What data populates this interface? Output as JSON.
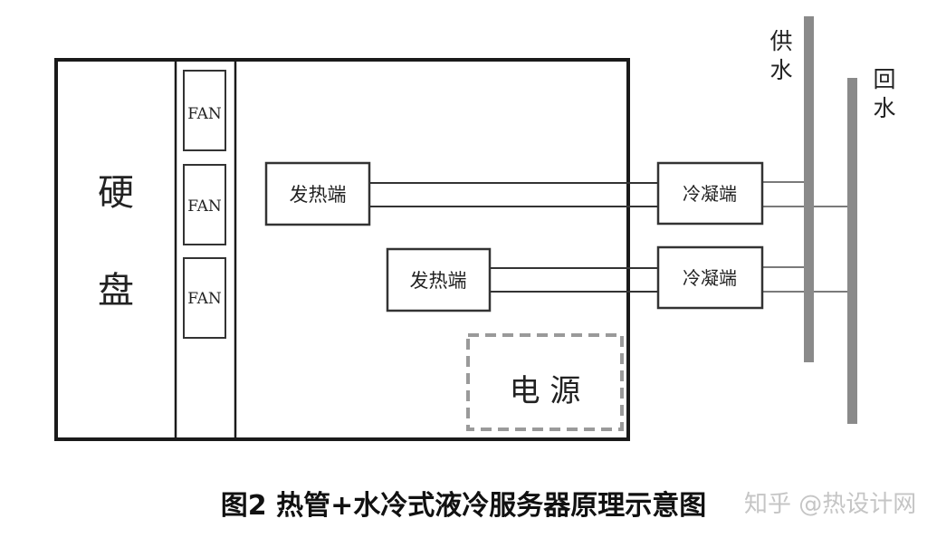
{
  "hard_disk": {
    "line1": "硬",
    "line2": "盘"
  },
  "fans": [
    "FAN",
    "FAN",
    "FAN"
  ],
  "heat_ends": [
    "发热端",
    "发热端"
  ],
  "condense_ends": [
    "冷凝端",
    "冷凝端"
  ],
  "power_supply": "电 源",
  "supply_water": {
    "line1": "供",
    "line2": "水"
  },
  "return_water": {
    "line1": "回",
    "line2": "水"
  },
  "caption": "图2 热管+水冷式液冷服务器原理示意图",
  "watermark": "知乎 @热设计网",
  "colors": {
    "frame": "#1a1a1a",
    "pipe": "#7a7a7a",
    "manifold": "#8a8a8a",
    "dashed": "#9a9a9a"
  }
}
